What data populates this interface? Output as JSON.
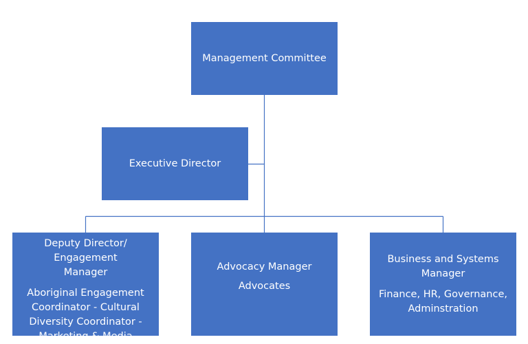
{
  "org_chart": {
    "colors": {
      "box_fill": "#4472c4",
      "box_text": "#ffffff",
      "connector": "#4472c4"
    },
    "management_committee": {
      "title": "Management Committee"
    },
    "executive_director": {
      "title": "Executive Director"
    },
    "deputy_director": {
      "title": "Deputy Director/ Engagement Manager",
      "reports": "Aboriginal Engagement Coordinator - Cultural Diversity Coordinator - Marketing & Media"
    },
    "advocacy_manager": {
      "title": "Advocacy Manager",
      "reports": "Advocates"
    },
    "business_systems_manager": {
      "title": "Business and Systems Manager",
      "reports": "Finance, HR, Governance, Adminstration"
    }
  }
}
